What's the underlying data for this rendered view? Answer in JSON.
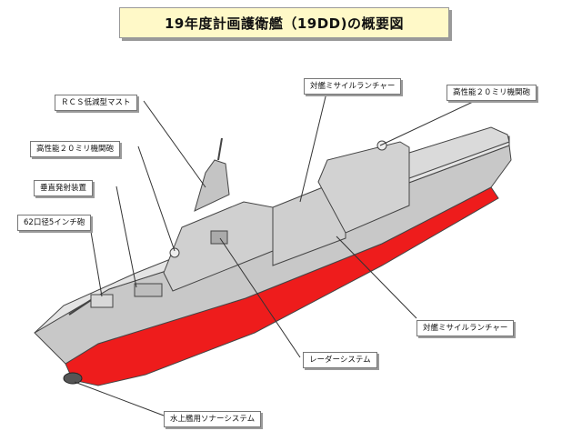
{
  "title": "19年度計画護衛艦（19DD)の概要図",
  "labels": {
    "rcs_mast": "ＲＣＳ低減型マスト",
    "ciws_fore": "高性能２０ミリ機関砲",
    "vls": "垂直発射装置",
    "gun": "62口径5インチ砲",
    "ssm_top": "対艦ミサイルランチャー",
    "ciws_aft": "高性能２０ミリ機関砲",
    "ssm_right": "対艦ミサイルランチャー",
    "radar": "レーダーシステム",
    "sonar": "水上艦用ソナーシステム"
  }
}
